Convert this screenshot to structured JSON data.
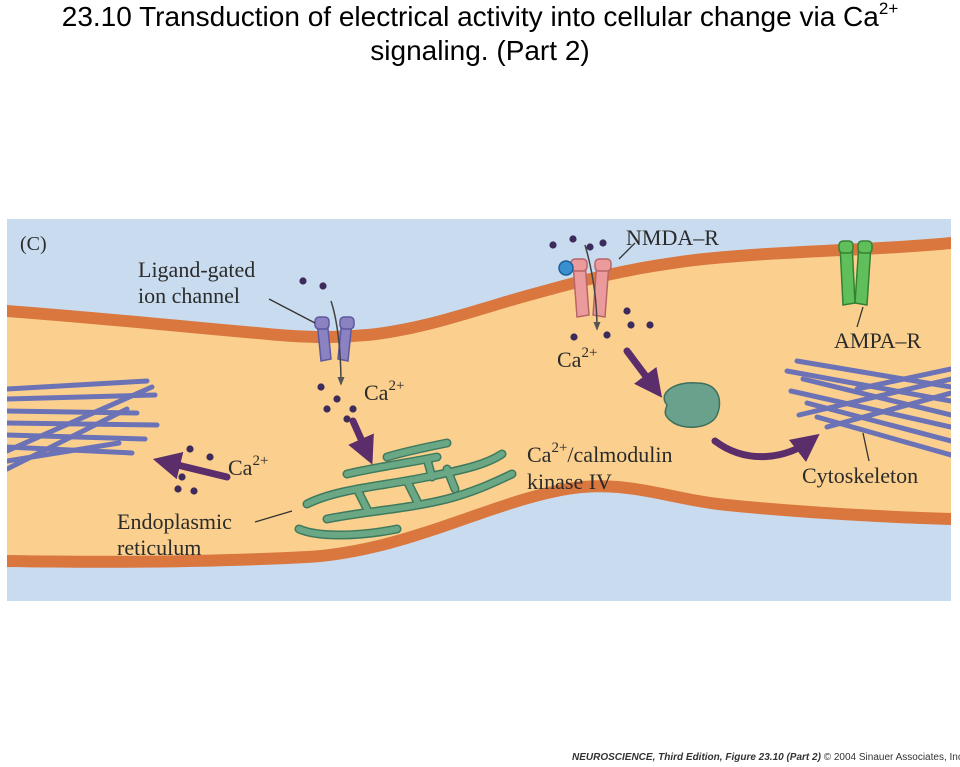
{
  "slide": {
    "title_line1_prefix": "23.10  Transduction of electrical activity into cellular change via Ca",
    "title_sup": "2+",
    "title_line2": "signaling. (Part 2)"
  },
  "figure": {
    "panel_label": "(C)",
    "labels": {
      "ligand_line1": "Ligand-gated",
      "ligand_line2": "ion channel",
      "nmda": "NMDA–R",
      "ampa": "AMPA–R",
      "ca_base": "Ca",
      "ca_sup": "2+",
      "camk_suffix": "/calmodulin",
      "camk_line2": "kinase IV",
      "cytoskeleton": "Cytoskeleton",
      "er_line1": "Endoplasmic",
      "er_line2": "reticulum"
    },
    "colors": {
      "background": "#c9dcef",
      "cytoplasm": "#fbd08e",
      "membrane": "#d9773f",
      "ion": "#3d2b5c",
      "arrow": "#5b2d6a",
      "er": "#6aa885",
      "kinase": "#6aa18d",
      "cytoskeleton": "#6c72b6",
      "ligand_channel": "#8b82c2",
      "nmda_channel": "#eb9b9b",
      "ampa_channel": "#5fbf5a",
      "blocker": "#3a8fd0"
    }
  },
  "footer": {
    "book": "NEUROSCIENCE, Third Edition, Figure 23.10 (Part 2)",
    "copyright": "© 2004 Sinauer Associates, Inc."
  }
}
